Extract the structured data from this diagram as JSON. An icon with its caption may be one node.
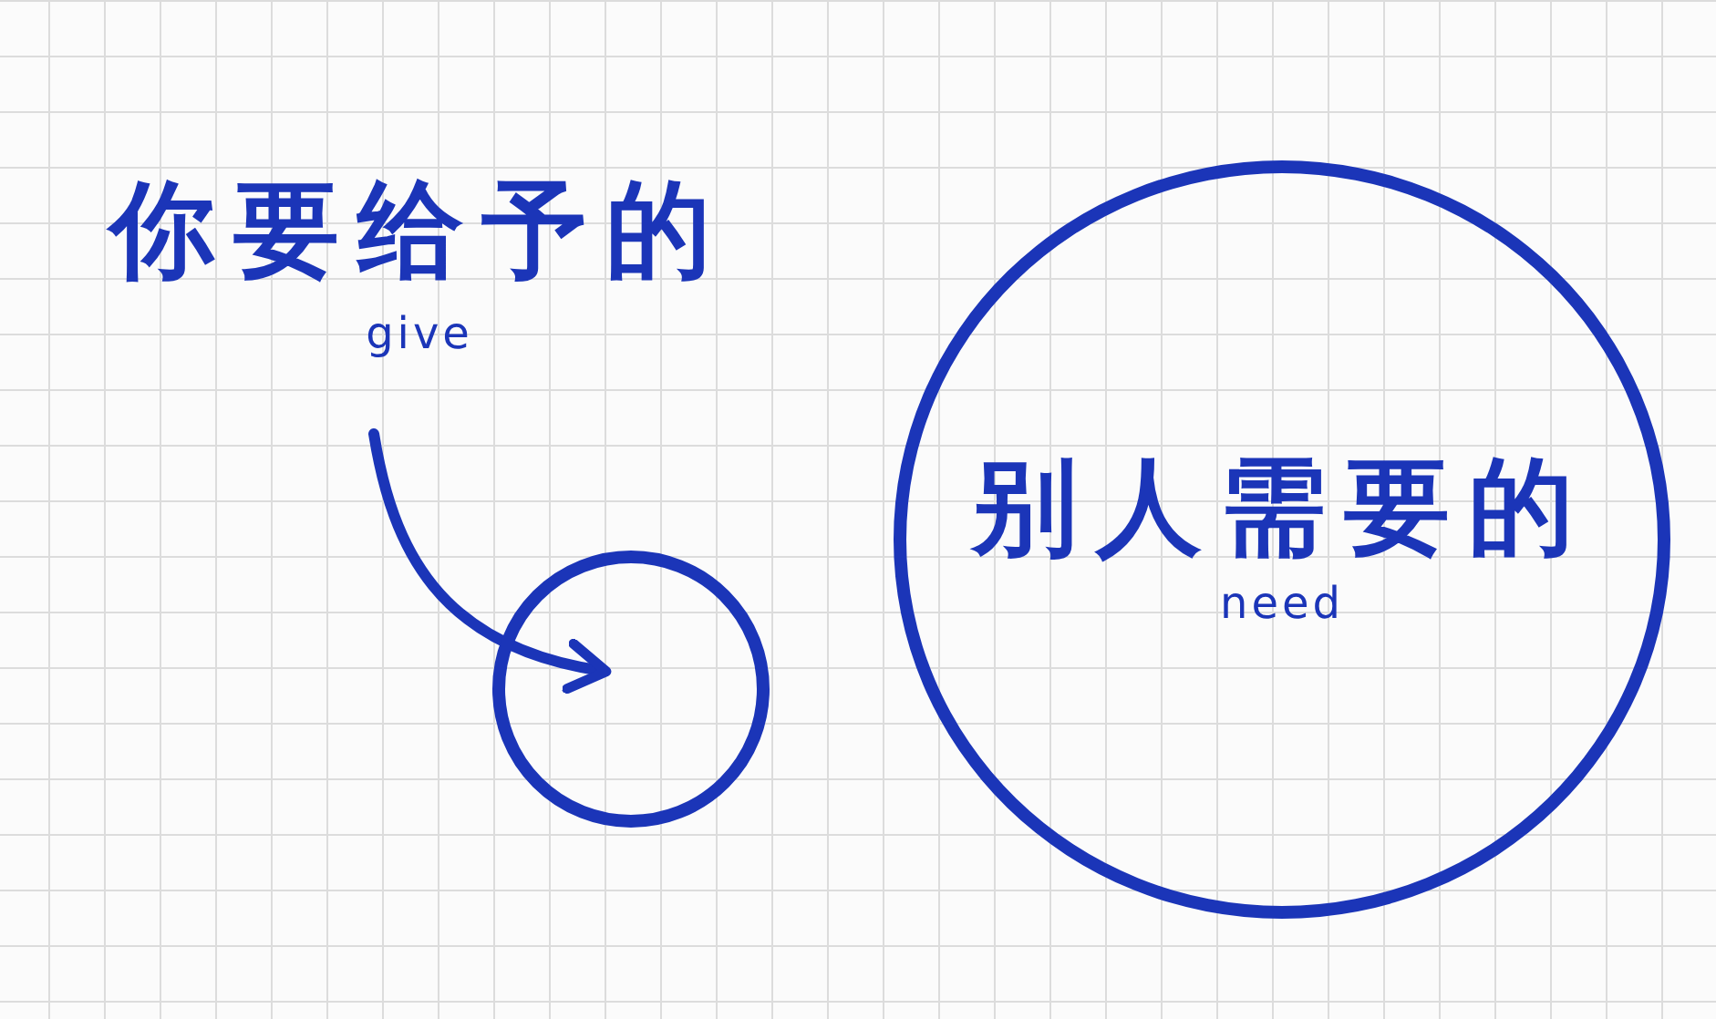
{
  "diagram": {
    "nodes": [
      {
        "text": [
          "你要给予的",
          "give"
        ]
      },
      {
        "text": [],
        "shape": "circle"
      },
      {
        "text": [
          "别人需要的",
          "need"
        ]
      }
    ],
    "edges": [
      {
        "from": 0,
        "to": 1,
        "arrow": "to"
      }
    ]
  }
}
